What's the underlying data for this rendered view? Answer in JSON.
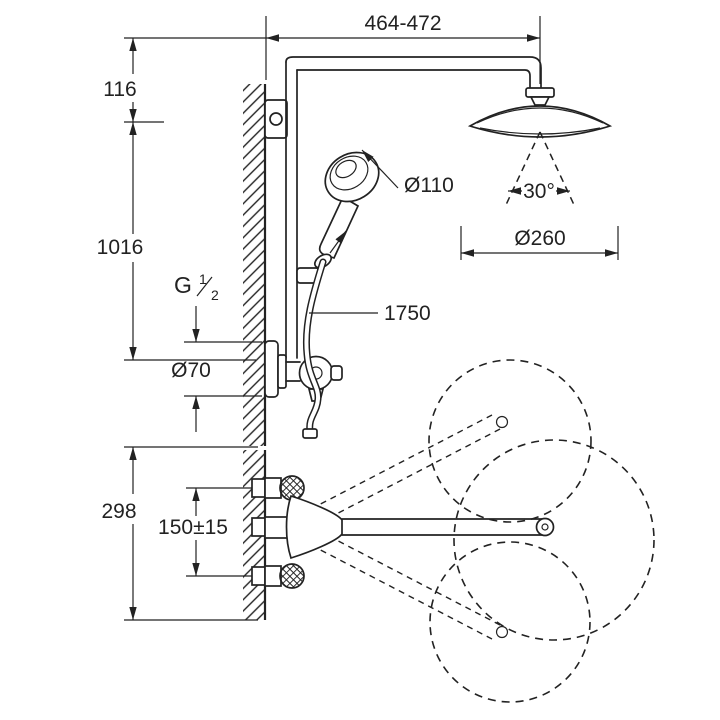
{
  "style": {
    "ink": "#222222",
    "background": "#ffffff"
  },
  "dims": {
    "top_width": "464-472",
    "head_offset": "116",
    "riser_height": "1016",
    "thread_letter": "G",
    "thread_numerator": "1",
    "thread_denominator": "2",
    "escutcheon_diameter": "Ø70",
    "hand_shower_diameter": "Ø110",
    "head_tilt_angle": "30°",
    "head_shower_diameter": "Ø260",
    "hose_length": "1750",
    "plan_depth": "298",
    "supply_spacing": "150±15"
  }
}
